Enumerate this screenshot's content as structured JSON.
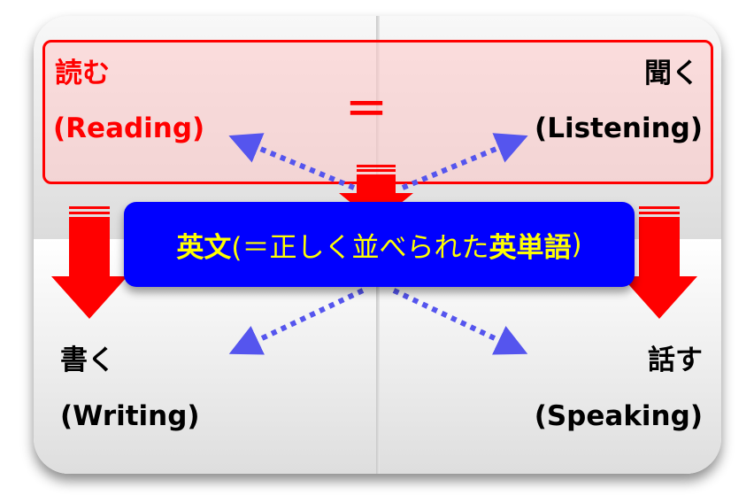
{
  "quadrants": {
    "reading": {
      "jp": "読む",
      "en": "(Reading)"
    },
    "listening": {
      "jp": "聞く",
      "en": "(Listening)"
    },
    "writing": {
      "jp": "書く",
      "en": "(Writing)"
    },
    "speaking": {
      "jp": "話す",
      "en": "(Speaking)"
    }
  },
  "equals_sign": "＝",
  "center": {
    "part1": "英文",
    "part2": "(＝正しく並べられた",
    "part3": "英単語",
    "part4": ")"
  },
  "colors": {
    "red": "#ff0000",
    "blue_box": "#0000ff",
    "text_yellow": "#ffff00",
    "dotted_arrow": "#5555ee"
  }
}
